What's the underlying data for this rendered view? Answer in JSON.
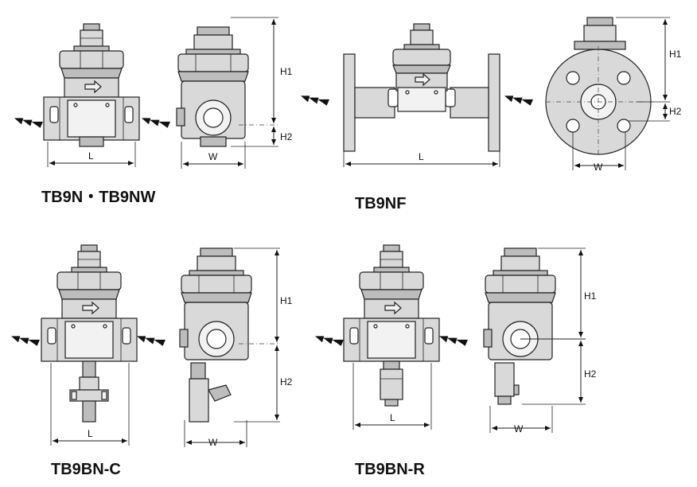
{
  "models": {
    "tb9n": "TB9N・TB9NW",
    "tb9nf": "TB9NF",
    "tb9bnc": "TB9BN-C",
    "tb9bnr": "TB9BN-R"
  },
  "dimensions": {
    "length": "L",
    "width": "W",
    "height_upper": "H1",
    "height_lower": "H2"
  }
}
